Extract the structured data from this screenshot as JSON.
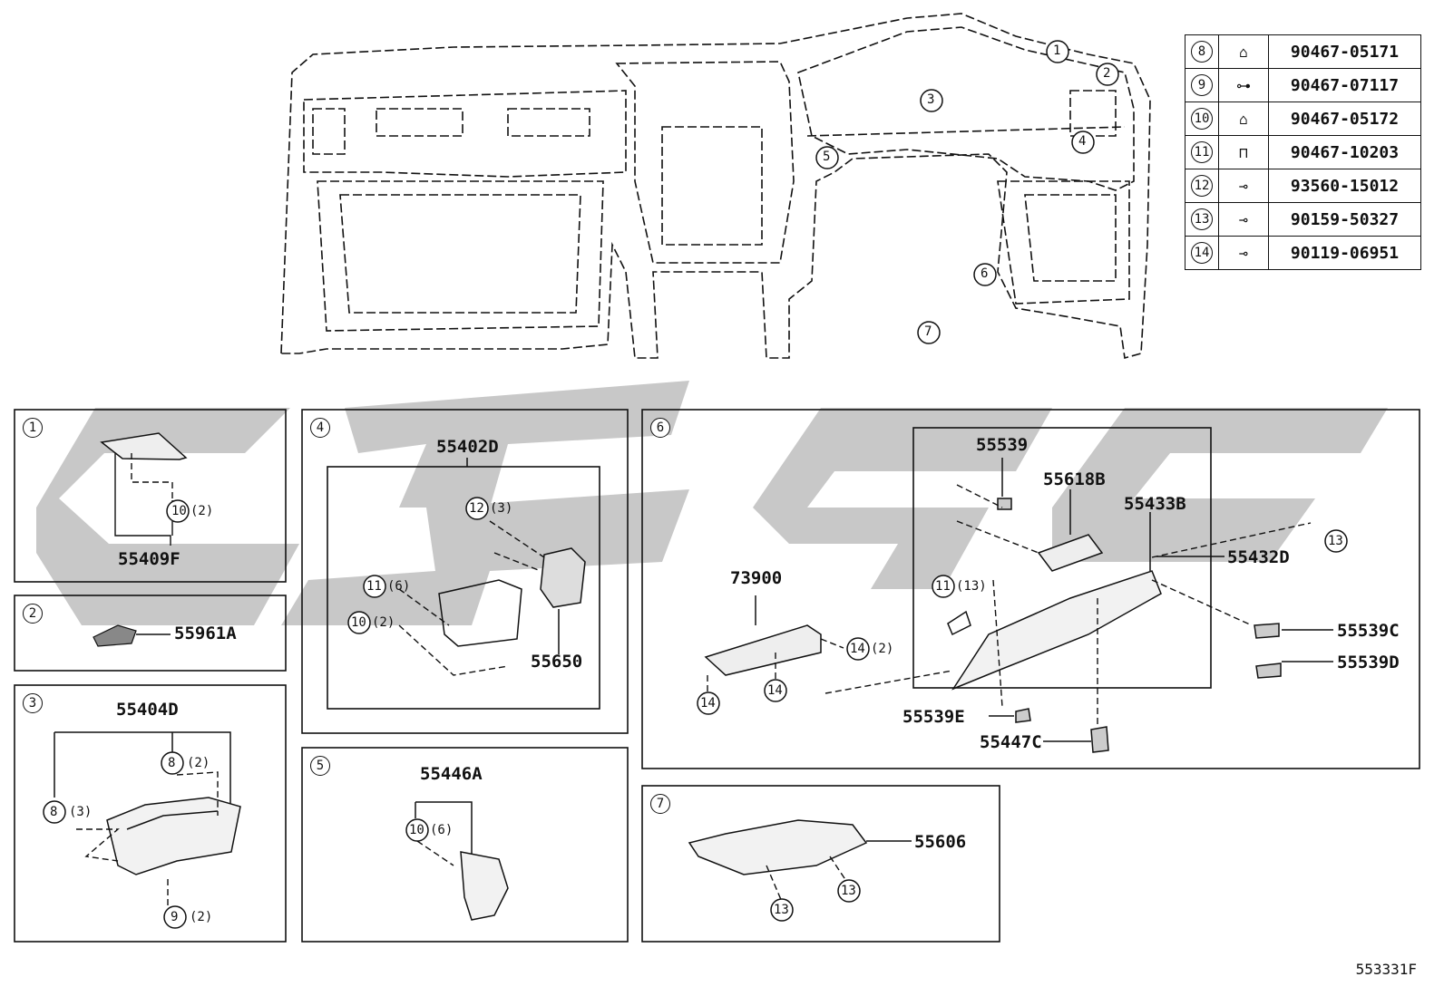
{
  "legend": [
    {
      "num": "8",
      "icon": "clip-icon",
      "part": "90467-05171"
    },
    {
      "num": "9",
      "icon": "screw-rivet-icon",
      "part": "90467-07117"
    },
    {
      "num": "10",
      "icon": "clip-icon",
      "part": "90467-05172"
    },
    {
      "num": "11",
      "icon": "clip-icon",
      "part": "90467-10203"
    },
    {
      "num": "12",
      "icon": "screw-icon",
      "part": "93560-15012"
    },
    {
      "num": "13",
      "icon": "bolt-icon",
      "part": "90159-50327"
    },
    {
      "num": "14",
      "icon": "bolt-icon",
      "part": "90119-06951"
    }
  ],
  "overview_callouts": [
    "1",
    "2",
    "3",
    "4",
    "5",
    "6",
    "7"
  ],
  "panels": {
    "p1": {
      "num": "1",
      "part": "55409F",
      "qty_label": "(2)",
      "fastener": "10"
    },
    "p2": {
      "num": "2",
      "part": "55961A"
    },
    "p3": {
      "num": "3",
      "part": "55404D",
      "f_a": "8",
      "f_a_qty": "(2)",
      "f_b": "8",
      "f_b_qty": "(3)",
      "f_c": "9",
      "f_c_qty": "(2)"
    },
    "p4": {
      "num": "4",
      "part_top": "55402D",
      "part_vent": "55650",
      "f12": "12",
      "f12_qty": "(3)",
      "f11": "11",
      "f11_qty": "(6)",
      "f10": "10",
      "f10_qty": "(2)"
    },
    "p5": {
      "num": "5",
      "part": "55446A",
      "f10": "10",
      "f10_qty": "(6)"
    },
    "p6": {
      "num": "6",
      "parts": [
        "55539",
        "55618B",
        "55433B",
        "55432D",
        "73900",
        "55539C",
        "55539D",
        "55539E",
        "55447C"
      ],
      "f11": "11",
      "f11_qty": "(13)",
      "f14": "14",
      "f14_qty": "(2)",
      "f13": "13"
    },
    "p7": {
      "num": "7",
      "part": "55606",
      "f13": "13"
    }
  },
  "ref_code": "553331F"
}
